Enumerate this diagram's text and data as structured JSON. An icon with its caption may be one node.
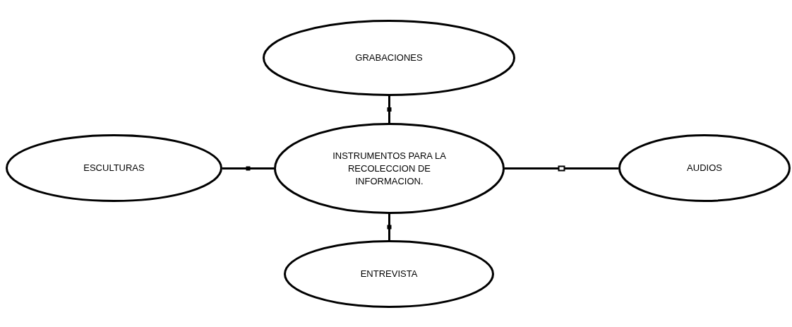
{
  "diagram": {
    "nodes": [
      {
        "text": [
          "GRABACIONES"
        ]
      },
      {
        "text": [
          "ESCULTURAS"
        ]
      },
      {
        "text": [
          "INSTRUMENTOS PARA LA RECOLECCION DE INFORMACION."
        ]
      },
      {
        "text": [
          "AUDIOS"
        ]
      },
      {
        "text": [
          "ENTREVISTA"
        ]
      }
    ],
    "edges": [
      {
        "from": 2,
        "to": 0,
        "arrow": "none"
      },
      {
        "from": 2,
        "to": 1,
        "arrow": "none"
      },
      {
        "from": 2,
        "to": 3,
        "arrow": "none"
      },
      {
        "from": 2,
        "to": 4,
        "arrow": "none"
      }
    ]
  }
}
